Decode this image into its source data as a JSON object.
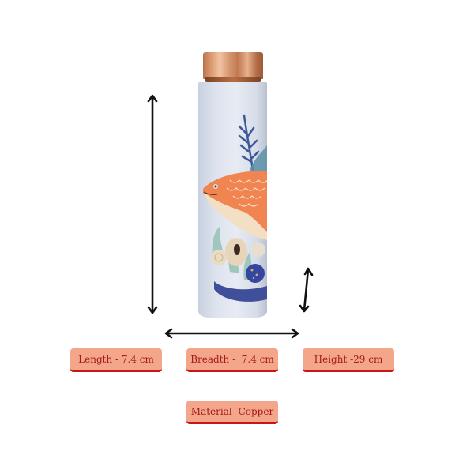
{
  "product": {
    "name": "Copper water bottle with koi fish print",
    "cap_color": "#d9966d",
    "body_color": "#dde3ee"
  },
  "dimension_arrows": [
    {
      "name": "height-arrow",
      "orientation": "vertical"
    },
    {
      "name": "breadth-arrow",
      "orientation": "horizontal"
    },
    {
      "name": "small-vertical-arrow",
      "orientation": "diagonal-vertical"
    }
  ],
  "specs": {
    "length": "Length - 7.4 cm",
    "breadth": "Breadth -  7.4 cm",
    "height": "Height -29 cm",
    "material": "Material -Copper"
  },
  "colors": {
    "badge_bg": "#f4a68a",
    "badge_border": "#c81616",
    "badge_text": "#a41a1a",
    "arrow": "#111111"
  }
}
